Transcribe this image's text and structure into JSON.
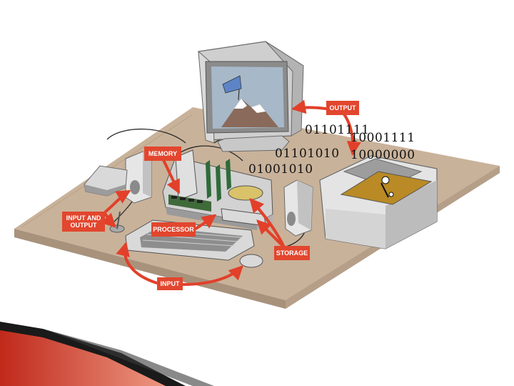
{
  "labels": {
    "output": "OUTPUT",
    "memory": "MEMORY",
    "input_and_output": "INPUT AND\nOUTPUT",
    "processor": "PROCESSOR",
    "storage": "STORAGE",
    "input": "INPUT"
  },
  "binary": {
    "b1": "01101111",
    "b2": "10001111",
    "b3": "01101010",
    "b4": "10000000",
    "b5": "01001010"
  },
  "colors": {
    "label_red": "#e2462e",
    "arrow_red": "#e2402a",
    "table": "#c9b29a",
    "screen_sky": "#a7b8c9",
    "printer_sheet": "#b98a25"
  }
}
